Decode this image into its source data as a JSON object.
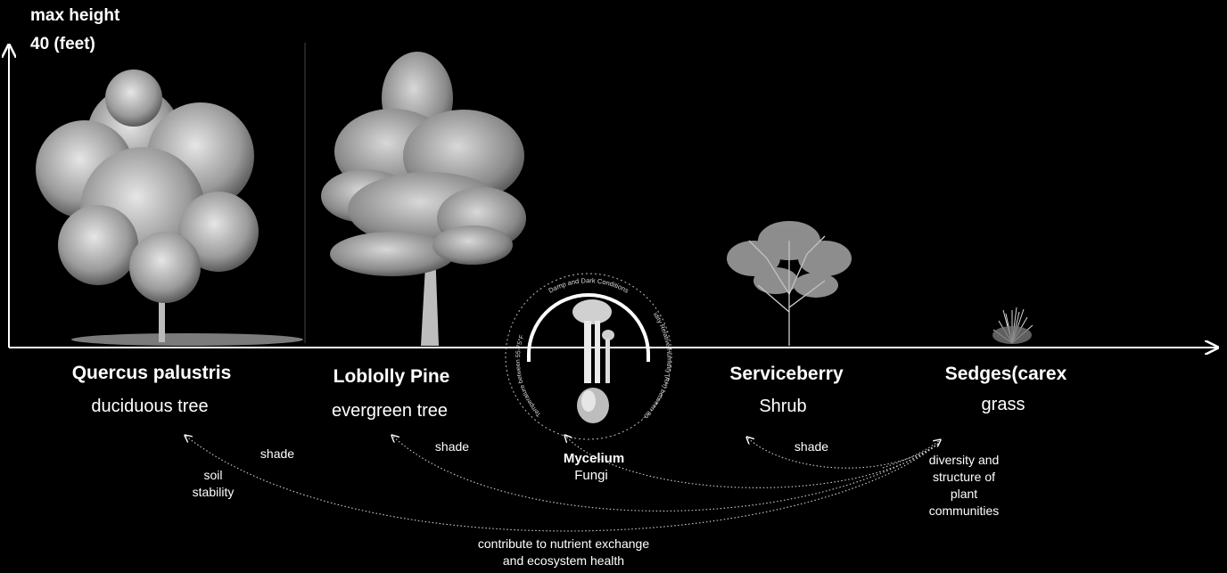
{
  "axis": {
    "y_title_line1": "max height",
    "y_title_line2": "40 (feet)"
  },
  "plants": [
    {
      "name": "Quercus palustris",
      "type": "duciduous tree"
    },
    {
      "name": "Loblolly Pine",
      "type": "evergreen tree"
    },
    {
      "name": "Serviceberry",
      "type": "Shrub"
    },
    {
      "name": "Sedges(carex",
      "type": "grass"
    }
  ],
  "fungi": {
    "name": "Mycelium",
    "type": "Fungi",
    "ring_top": "Damp and Dark Conditions",
    "ring_right": "Humidity Relative Humidity (RH) between 80-90%",
    "ring_left": "Temperature between 55-75°F"
  },
  "relations": {
    "shade_1": "shade",
    "shade_2": "shade",
    "shade_3": "shade",
    "soil_line1": "soil",
    "soil_line2": "stability",
    "diversity_lines": [
      "diversity and",
      "structure of",
      "plant",
      "communities"
    ],
    "nutrient_line1": "contribute to nutrient exchange",
    "nutrient_line2": "and ecosystem health"
  },
  "colors": {
    "background": "#000000",
    "foreground": "#ffffff",
    "foliage": "#c8c8c8"
  }
}
